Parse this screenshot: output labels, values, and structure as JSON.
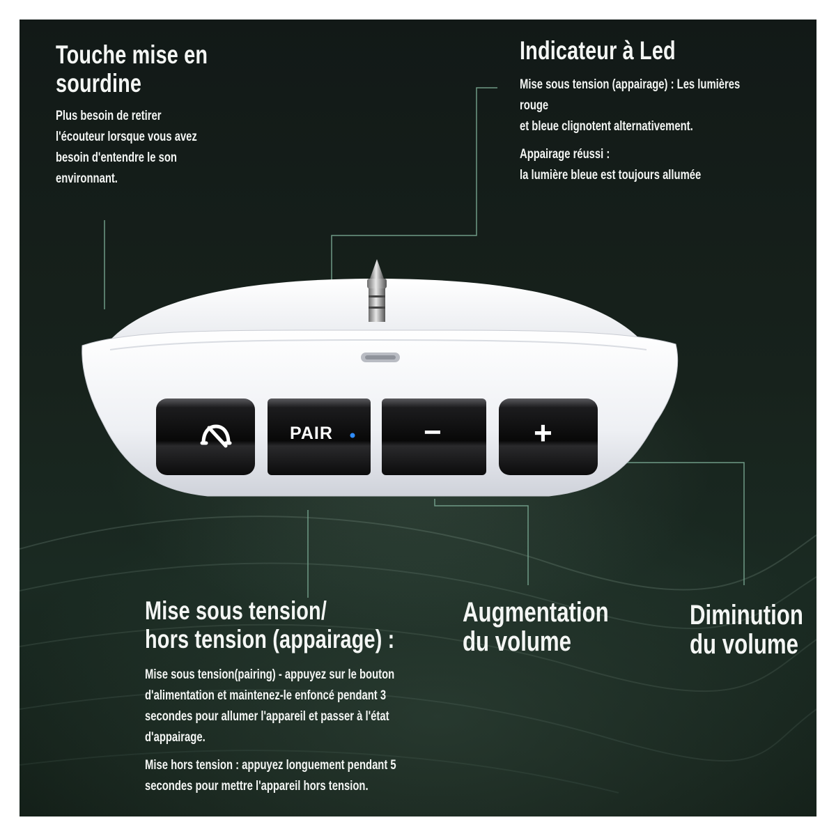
{
  "mute": {
    "title_line1": "Touche mise en",
    "title_line2": "sourdine",
    "desc": [
      "Plus besoin de retirer",
      "l'écouteur lorsque vous avez",
      "besoin d'entendre le son",
      "environnant."
    ]
  },
  "led": {
    "title": "Indicateur à Led",
    "desc1_line1": "Mise sous tension (appairage) : Les lumières rouge",
    "desc1_line2": "et bleue clignotent alternativement.",
    "desc2_line1": "Appairage réussi :",
    "desc2_line2": "la lumière bleue est toujours allumée"
  },
  "power": {
    "title_line1": "Mise sous tension/",
    "title_line2": "hors tension (appairage) :",
    "desc1": [
      "Mise sous tension(pairing) - appuyez sur le bouton",
      "d'alimentation et maintenez-le enfoncé pendant 3",
      "secondes pour allumer l'appareil et passer à l'état",
      "d'appairage."
    ],
    "desc2": [
      "Mise hors tension : appuyez longuement pendant 5",
      "secondes pour mettre l'appareil hors tension."
    ]
  },
  "vol_up": {
    "title_line1": "Augmentation",
    "title_line2": "du volume"
  },
  "vol_down": {
    "title_line1": "Diminution",
    "title_line2": "du volume"
  },
  "device": {
    "pair_label": "PAIR",
    "minus_label": "−",
    "plus_label": "+",
    "mute_icon": "mic-mute-icon",
    "led_color": "#2f8cff"
  },
  "colors": {
    "background": "#17221c",
    "leader_line": "#6f9a86",
    "device_body": "#f2f3f6",
    "button": "#141414"
  }
}
